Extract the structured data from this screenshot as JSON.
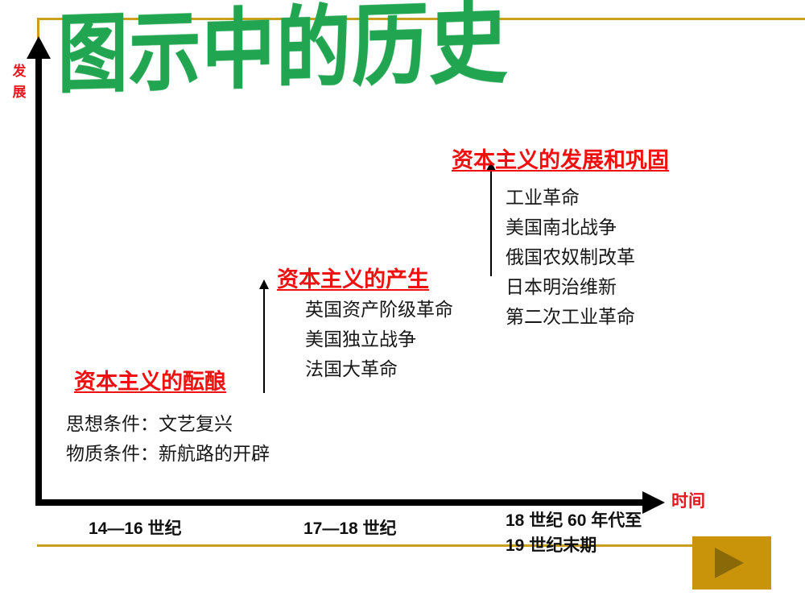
{
  "slide": {
    "title": "图示中的历史",
    "title_color": "#22A551",
    "background_color": "#ffffff",
    "accent_gold": "#C8A01E",
    "accent_red": "#F01010"
  },
  "axes": {
    "y_label": "发展",
    "x_label": "时间",
    "axis_color": "#000000",
    "label_color": "#E8171F"
  },
  "stages": [
    {
      "heading": "资本主义的酝酿",
      "items": [
        "思想条件：文艺复兴",
        "物质条件：新航路的开辟"
      ],
      "period": "14—16 世纪"
    },
    {
      "heading": "资本主义的产生",
      "items": [
        "英国资产阶级革命",
        "美国独立战争",
        "法国大革命"
      ],
      "period": "17—18 世纪"
    },
    {
      "heading": "资本主义的发展和巩固",
      "items": [
        "工业革命",
        "美国南北战争",
        "俄国农奴制改革",
        "日本明治维新",
        "第二次工业革命"
      ],
      "period": "18 世纪 60 年代至\n19 世纪末期"
    }
  ],
  "controls": {
    "play_label": "play-triangle",
    "play_fill": "#C9940A",
    "play_glyph_fill": "#8A6A08"
  }
}
